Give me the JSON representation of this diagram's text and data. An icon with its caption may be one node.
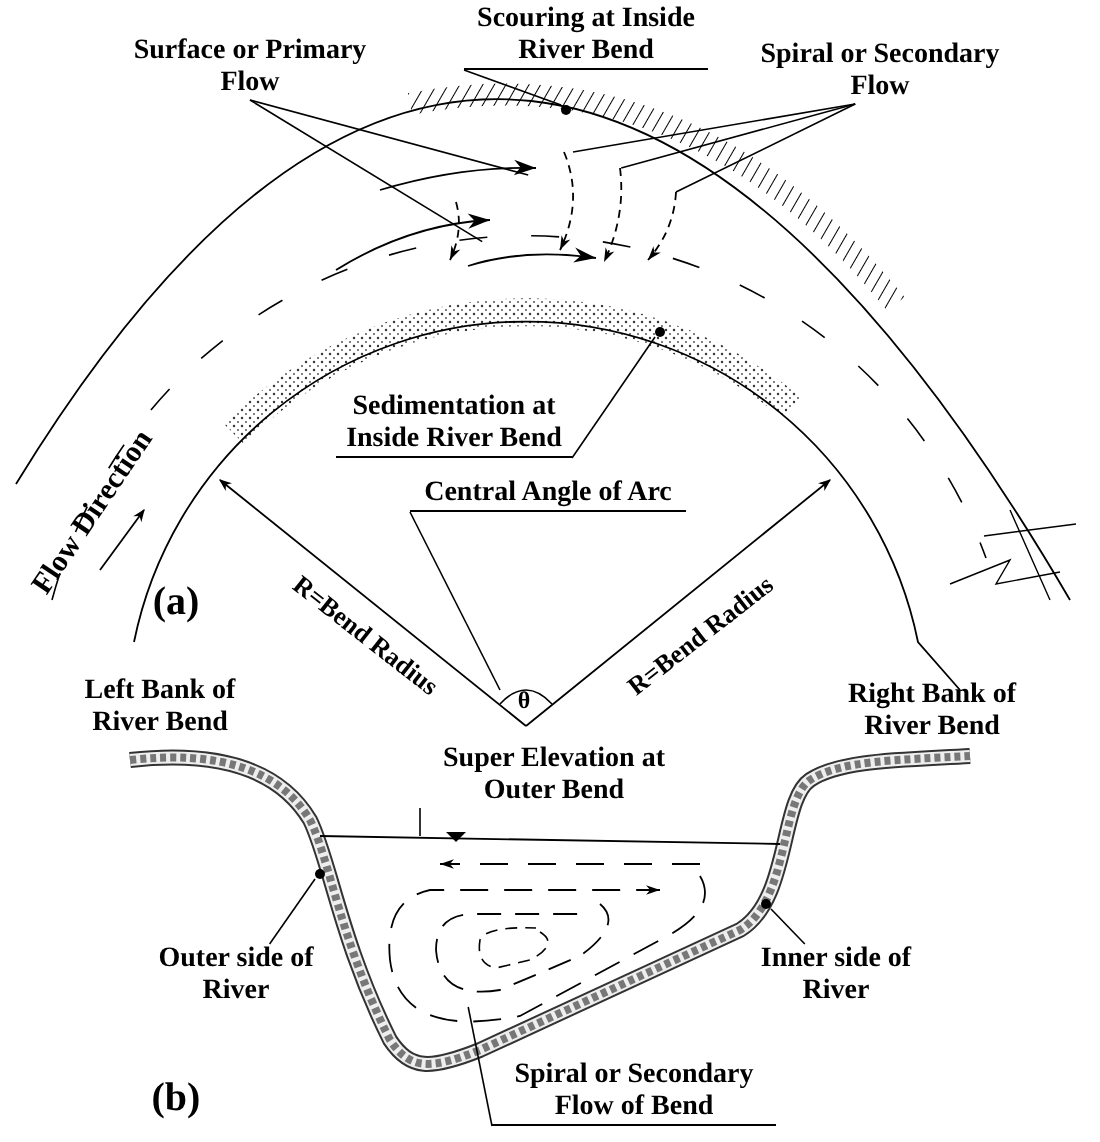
{
  "diagram": {
    "nodes": [
      {
        "text": [
          "Surface or Primary Flow"
        ]
      },
      {
        "text": [
          "Scouring at Inside River Bend"
        ]
      },
      {
        "text": [
          "Spiral or Secondary Flow"
        ]
      },
      {
        "text": [
          "Sedimentation at Inside River Bend"
        ]
      },
      {
        "text": [
          "Central Angle of Arc"
        ]
      },
      {
        "text": [
          "Super Elevation at Outer Bend"
        ]
      },
      {
        "text": [
          "Outer side of River"
        ]
      },
      {
        "text": [
          "Inner side of River"
        ]
      },
      {
        "text": [
          "Spiral or Secondary Flow of Bend"
        ]
      },
      {
        "text": [],
        "shape": "arrow"
      },
      {
        "text": [],
        "shape": "arrow"
      },
      {
        "text": [],
        "shape": "circle"
      },
      {
        "text": [],
        "shape": "arrow"
      },
      {
        "text": [],
        "shape": "arrow"
      },
      {
        "text": [],
        "shape": "arrow"
      },
      {
        "text": [],
        "shape": "circle"
      },
      {
        "text": [],
        "shape": "arc"
      },
      {
        "text": [],
        "shape": "line"
      },
      {
        "text": [],
        "shape": "circle"
      },
      {
        "text": [],
        "shape": "circle"
      },
      {
        "text": [],
        "shape": "spiral"
      },
      {
        "text": [],
        "shape": "arrow"
      },
      {
        "text": [],
        "shape": "arrow"
      }
    ],
    "edges": [
      {
        "from": 0,
        "to": 9,
        "arrow": "none"
      },
      {
        "from": 0,
        "to": 10,
        "arrow": "none"
      },
      {
        "from": 1,
        "to": 11,
        "arrow": "none"
      },
      {
        "from": 2,
        "to": 12,
        "arrow": "none"
      },
      {
        "from": 2,
        "to": 13,
        "arrow": "none"
      },
      {
        "from": 2,
        "to": 14,
        "arrow": "none"
      },
      {
        "from": 3,
        "to": 15,
        "arrow": "none"
      },
      {
        "from": 4,
        "to": 16,
        "arrow": "none"
      },
      {
        "from": 5,
        "to": 17,
        "arrow": "none"
      },
      {
        "from": 6,
        "to": 18,
        "arrow": "none"
      },
      {
        "from": 7,
        "to": 19,
        "arrow": "none"
      },
      {
        "from": 8,
        "to": 20,
        "arrow": "none"
      }
    ],
    "labels": [
      "Flow Direction",
      "R=Bend Radius",
      "θ",
      "R=Bend Radius",
      "(a)",
      "Left Bank of River Bend",
      "Right Bank of River Bend",
      "(b)"
    ]
  }
}
